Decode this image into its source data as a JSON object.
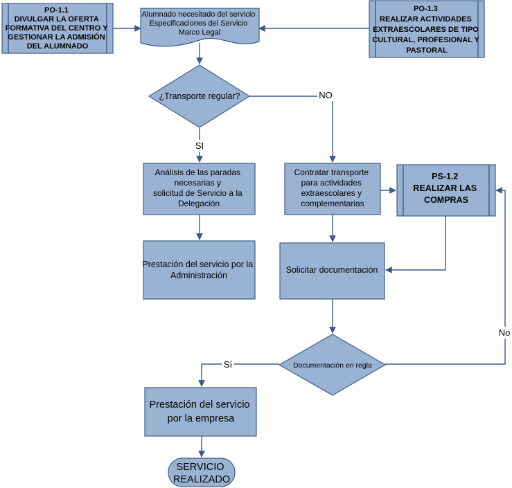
{
  "colors": {
    "node_fill": "#9bb3d3",
    "node_stroke": "#3e5c87",
    "edge": "#3a5a8a"
  },
  "nodes": {
    "po11": [
      "PO-1.1",
      "DIVULGAR LA OFERTA",
      "FORMATIVA DEL CENTRO Y",
      "GESTIONAR LA ADMISIÓN",
      "DEL ALUMNADO"
    ],
    "doc_top": [
      "Alumnado necesitado del servicio",
      "Especificaciones del Servicio",
      "Marco Legal"
    ],
    "po13": [
      "PO-1.3",
      "REALIZAR ACTIVIDADES",
      "EXTRAESCOLARES DE TIPO",
      "CULTURAL, PROFESIONAL Y",
      "PASTORAL"
    ],
    "decision_transporte": [
      "¿Transporte regular?"
    ],
    "analisis": [
      "Análisis de las paradas",
      "necesarias y",
      "solicitud de Servicio a la",
      "Delegación"
    ],
    "contratar": [
      "Contratar transporte",
      "para actividades",
      "extraescolares y",
      "complementarias"
    ],
    "ps12": [
      "PS-1.2",
      "REALIZAR LAS",
      "COMPRAS"
    ],
    "prestacion_admin": [
      "Prestación del servicio por la",
      "Administración"
    ],
    "solicitar": [
      "Solicitar documentación"
    ],
    "decision_doc": [
      "Documentación en regla"
    ],
    "prestacion_empresa": [
      "Prestación del servicio",
      "por la empresa"
    ],
    "fin": [
      "SERVICIO",
      "REALIZADO"
    ]
  },
  "edge_labels": {
    "no_1": "NO",
    "si_1": "SI",
    "si_2": "Sí",
    "no_2": "No"
  }
}
